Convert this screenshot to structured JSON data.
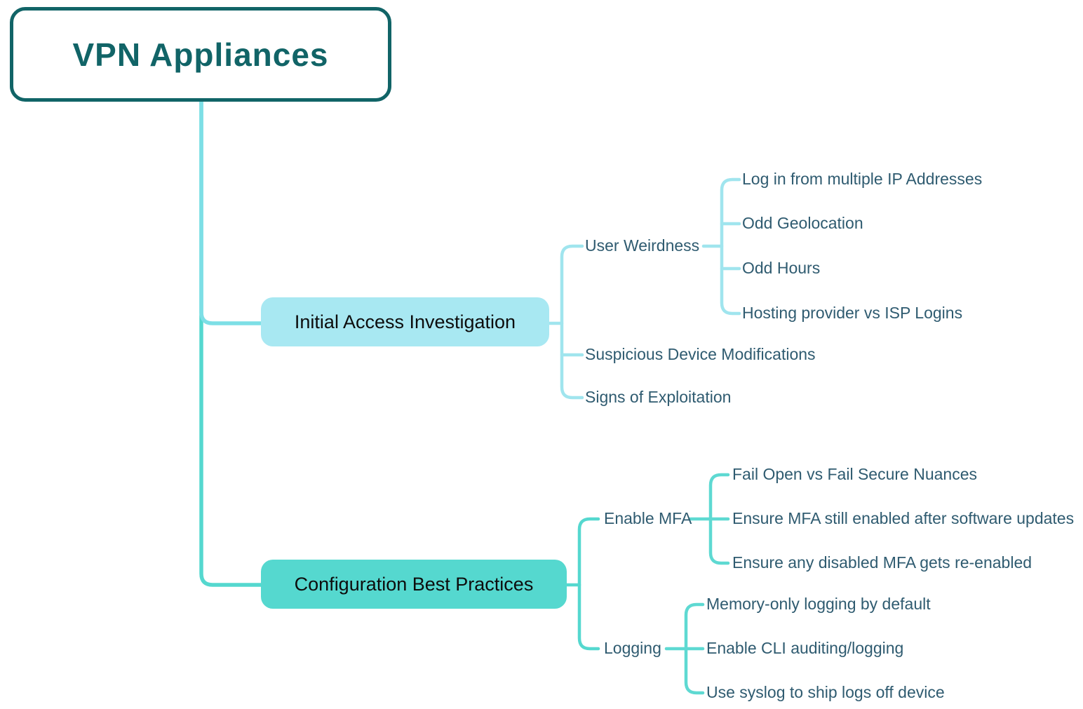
{
  "mindmap": {
    "root": {
      "label": "VPN Appliances"
    },
    "branches": [
      {
        "label": "Initial Access Investigation",
        "children": [
          {
            "label": "User Weirdness",
            "children": [
              {
                "label": "Log in from multiple IP Addresses"
              },
              {
                "label": "Odd Geolocation"
              },
              {
                "label": "Odd Hours"
              },
              {
                "label": "Hosting provider vs ISP Logins"
              }
            ]
          },
          {
            "label": "Suspicious Device Modifications"
          },
          {
            "label": "Signs of Exploitation"
          }
        ]
      },
      {
        "label": "Configuration Best Practices",
        "children": [
          {
            "label": "Enable MFA",
            "children": [
              {
                "label": "Fail Open vs Fail Secure Nuances"
              },
              {
                "label": "Ensure MFA still enabled after software updates"
              },
              {
                "label": "Ensure any disabled MFA gets re-enabled"
              }
            ]
          },
          {
            "label": "Logging",
            "children": [
              {
                "label": "Memory-only logging by default"
              },
              {
                "label": "Enable CLI auditing/logging"
              },
              {
                "label": "Use syslog to ship logs off device"
              }
            ]
          }
        ]
      }
    ]
  },
  "colors": {
    "root-accent": "#116467",
    "branch1-fill": "#a8e8f2",
    "branch1-link": "#7ddfe6",
    "branch1-sub": "#a0e5ee",
    "branch2-fill": "#55d8cf",
    "branch2-link": "#55d8cf",
    "branch2-sub": "#5ed9d2",
    "leaf-text": "#2f5b70",
    "node-text": "#0d0d0d",
    "background": "#ffffff"
  }
}
